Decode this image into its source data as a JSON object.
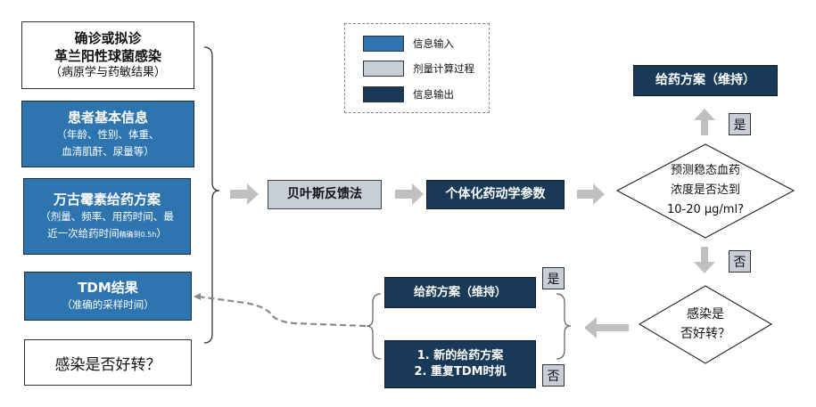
{
  "legend": {
    "items": [
      {
        "label": "信息输入",
        "color": "#2e75b0"
      },
      {
        "label": "剂量计算过程",
        "color": "#c8ced7"
      },
      {
        "label": "信息输出",
        "color": "#183a57"
      }
    ]
  },
  "left_inputs": {
    "diagnosis": {
      "line1": "确诊或拟诊",
      "line2": "革兰阳性球菌感染",
      "line3": "（病原学与药敏结果）"
    },
    "patient": {
      "title": "患者基本信息",
      "line1": "（年龄、性别、体重、",
      "line2": "血清肌酐、尿量等）"
    },
    "vanco": {
      "title": "万古霉素给药方案",
      "line1": "（剂量、频率、用药时间、最",
      "line2": "近一次给药时间",
      "line2_small": "精确到0.5h",
      "line2_end": "）"
    },
    "tdm": {
      "title": "TDM结果",
      "line1": "（准确的采样时间）"
    },
    "infection": {
      "label": "感染是否好转？"
    }
  },
  "process": {
    "bayes": "贝叶斯反馈法",
    "pk_params": "个体化药动学参数"
  },
  "decision1": {
    "lines": [
      "预测稳态血药",
      "浓度是否达到",
      "10-20 μg/ml?"
    ],
    "yes_label": "是",
    "no_label": "否",
    "yes_output": "给药方案（维持）"
  },
  "decision2": {
    "lines": [
      "感染是",
      "否好转？"
    ]
  },
  "outcomes": {
    "maintain": "给药方案（维持）",
    "new_plan_line1": "1. 新的给药方案",
    "new_plan_line2": "2. 重复TDM时机",
    "yes_label": "是",
    "no_label": "否"
  },
  "colors": {
    "input": "#2e75b0",
    "calc": "#c8ced7",
    "output": "#183a57",
    "arrow": "#c0c0c0",
    "dashed": "#8a8a8a"
  }
}
